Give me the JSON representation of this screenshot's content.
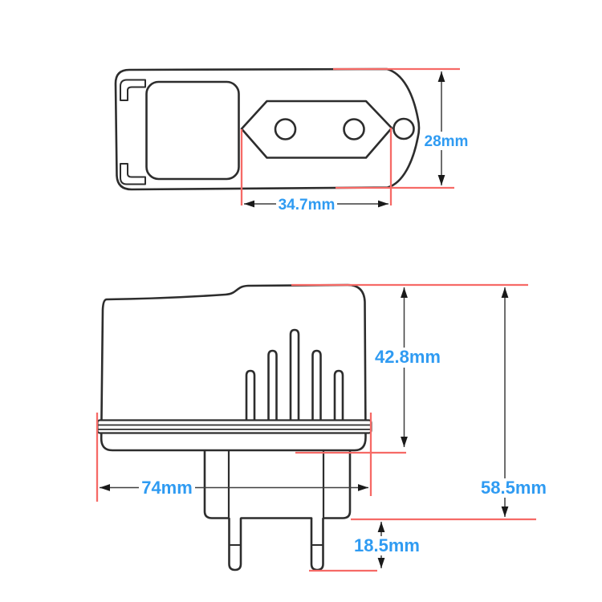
{
  "diagram_title": "plug adapter dimension diagram",
  "colors": {
    "label_blue": "#2f9bf2",
    "line_red": "#f66a66",
    "outline": "#2d2d2d",
    "dim_line": "#3f3f3f",
    "arrow": "#1a1a1a",
    "background": "#ffffff"
  },
  "top_view": {
    "name": "adapter top view",
    "dimensions": {
      "height": {
        "label": "28mm",
        "value_mm": 28
      },
      "socket_width": {
        "label": "34.7mm",
        "value_mm": 34.7
      }
    }
  },
  "side_view": {
    "name": "adapter side view",
    "dimensions": {
      "upper_body_height": {
        "label": "42.8mm",
        "value_mm": 42.8
      },
      "overall_height": {
        "label": "58.5mm",
        "value_mm": 58.5
      },
      "body_width": {
        "label": "74mm",
        "value_mm": 74
      },
      "pin_length": {
        "label": "18.5mm",
        "value_mm": 18.5
      }
    }
  }
}
